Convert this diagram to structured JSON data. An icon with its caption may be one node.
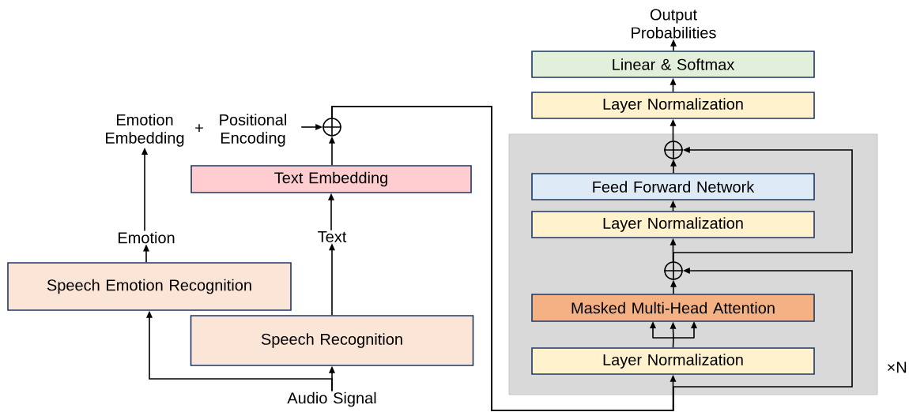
{
  "diagram": {
    "nodes": [
      {
        "text": [
          "Output Probabilities"
        ]
      },
      {
        "text": [
          "Linear & Softmax"
        ]
      },
      {
        "text": [
          "Layer Normalization"
        ]
      },
      {
        "text": [],
        "shape": "box",
        "beside": [
          "×N"
        ]
      },
      {
        "text": [],
        "shape": "circle",
        "in": 3
      },
      {
        "text": [
          "Feed Forward Network"
        ],
        "in": 3
      },
      {
        "text": [
          "Layer Normalization"
        ],
        "in": 3
      },
      {
        "text": [],
        "shape": "circle",
        "in": 3
      },
      {
        "text": [
          "Masked Multi-Head Attention"
        ],
        "in": 3
      },
      {
        "text": [
          "Layer Normalization"
        ],
        "in": 3
      },
      {
        "text": [
          "Emotion Embedding"
        ]
      },
      {
        "text": [
          "Positional Encoding"
        ]
      },
      {
        "text": [],
        "shape": "circle"
      },
      {
        "text": [
          "Text Embedding"
        ]
      },
      {
        "text": [
          "Emotion"
        ]
      },
      {
        "text": [
          "Text"
        ]
      },
      {
        "text": [
          "Speech Emotion Recognition"
        ]
      },
      {
        "text": [
          "Speech Recognition"
        ]
      },
      {
        "text": [
          "Audio Signal"
        ]
      }
    ],
    "edges": [
      {
        "from": 18,
        "to": 17,
        "arrow": "to"
      },
      {
        "from": 18,
        "to": 16,
        "arrow": "to"
      },
      {
        "from": 17,
        "to": 15,
        "arrow": "to"
      },
      {
        "from": 16,
        "to": 14,
        "arrow": "to"
      },
      {
        "from": 15,
        "to": 13,
        "arrow": "to"
      },
      {
        "from": 14,
        "to": 10,
        "arrow": "to"
      },
      {
        "from": 13,
        "to": 12,
        "arrow": "to"
      },
      {
        "from": 11,
        "to": 12,
        "arrow": "to"
      },
      {
        "from": 12,
        "to": 9,
        "arrow": "to"
      },
      {
        "from": 12,
        "to": 7,
        "arrow": "to"
      },
      {
        "from": 9,
        "to": 8,
        "arrow": "to"
      },
      {
        "from": 8,
        "to": 7,
        "arrow": "to"
      },
      {
        "from": 7,
        "to": 6,
        "arrow": "to"
      },
      {
        "from": 6,
        "to": 5,
        "arrow": "to"
      },
      {
        "from": 5,
        "to": 4,
        "arrow": "to"
      },
      {
        "from": 7,
        "to": 4,
        "arrow": "to"
      },
      {
        "from": 4,
        "to": 2,
        "arrow": "to"
      },
      {
        "from": 2,
        "to": 1,
        "arrow": "to"
      },
      {
        "from": 1,
        "to": 0,
        "arrow": "to"
      }
    ],
    "labels": [
      "+"
    ]
  }
}
